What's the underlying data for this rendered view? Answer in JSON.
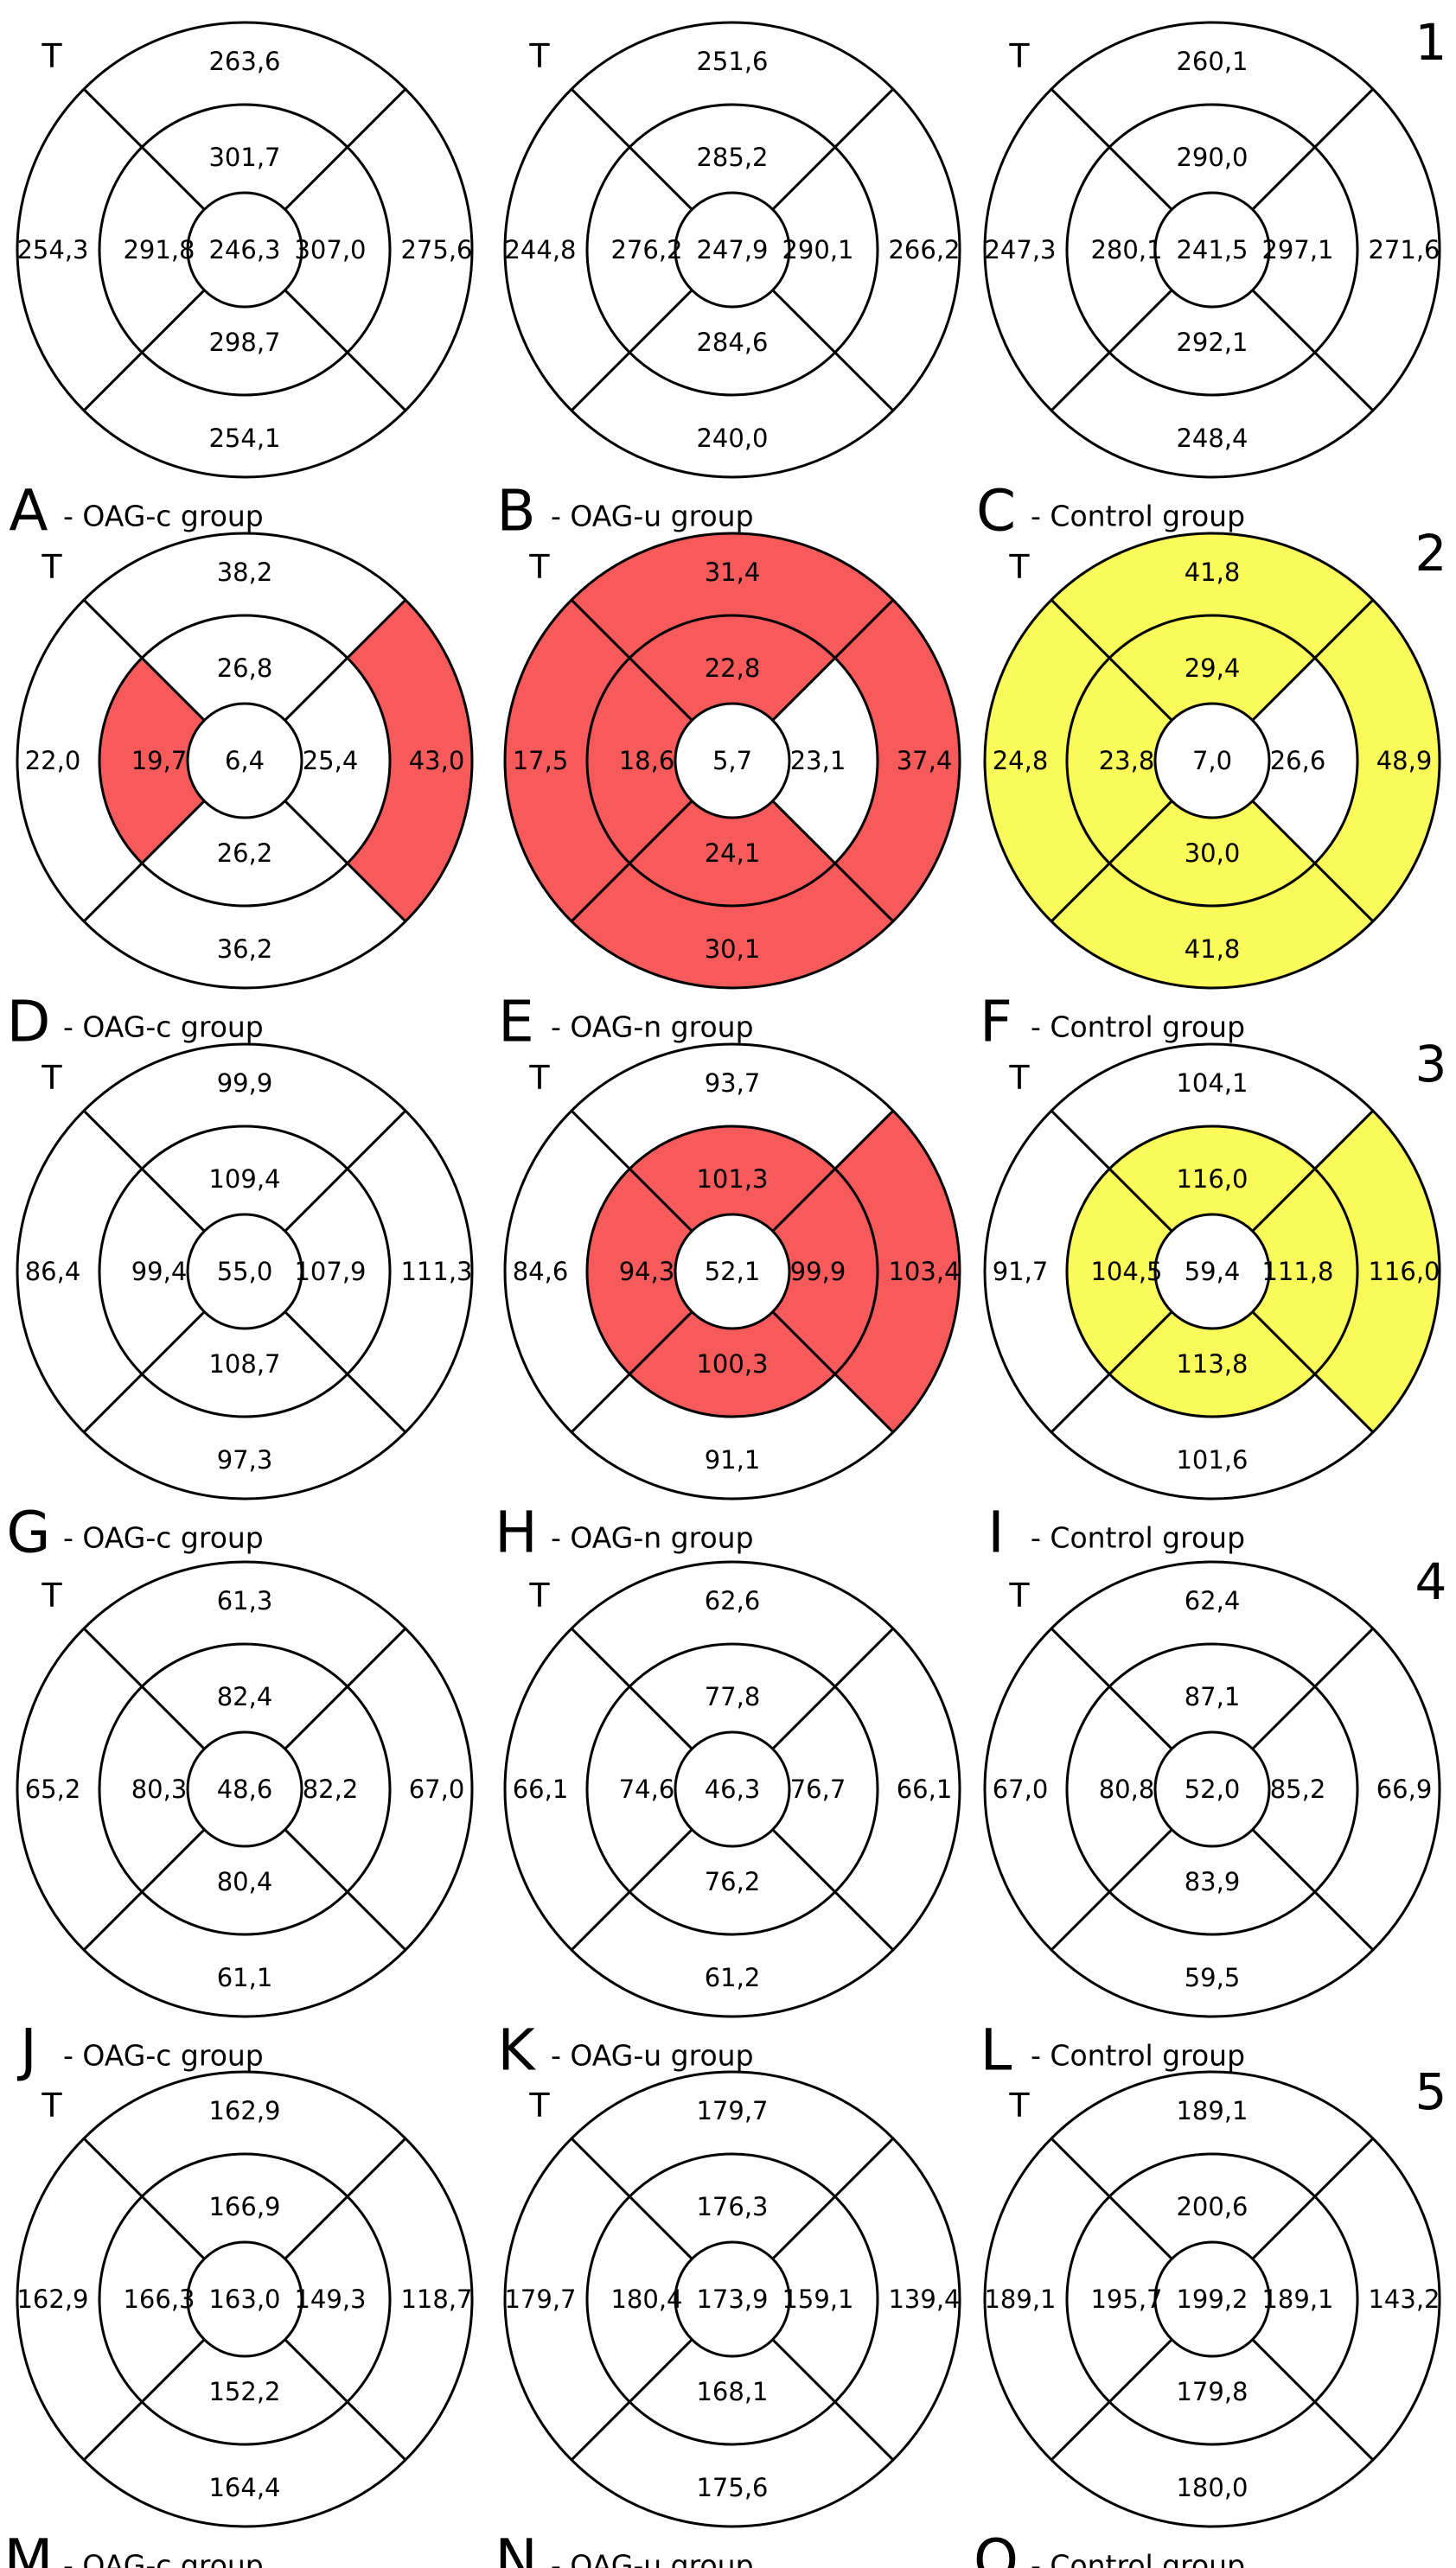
{
  "colors": {
    "ring": "#000000",
    "red": "#F65A5A",
    "yellow": "#FAFA5A",
    "background": "#FFFFFF"
  },
  "orientation_marker": "T",
  "rows": [
    {
      "number": "1",
      "panels": [
        {
          "letter": "A",
          "label": "- OAG-c group",
          "center": "246,3",
          "inner": {
            "top": "301,7",
            "right": "307,0",
            "bottom": "298,7",
            "left": "291,8"
          },
          "outer": {
            "top": "263,6",
            "right": "275,6",
            "bottom": "254,1",
            "left": "254,3"
          },
          "highlight": {
            "inner": {
              "top": "",
              "right": "",
              "bottom": "",
              "left": ""
            },
            "outer": {
              "top": "",
              "right": "",
              "bottom": "",
              "left": ""
            }
          }
        },
        {
          "letter": "B",
          "label": "- OAG-u group",
          "center": "247,9",
          "inner": {
            "top": "285,2",
            "right": "290,1",
            "bottom": "284,6",
            "left": "276,2"
          },
          "outer": {
            "top": "251,6",
            "right": "266,2",
            "bottom": "240,0",
            "left": "244,8"
          },
          "highlight": {
            "inner": {
              "top": "",
              "right": "",
              "bottom": "",
              "left": ""
            },
            "outer": {
              "top": "",
              "right": "",
              "bottom": "",
              "left": ""
            }
          }
        },
        {
          "letter": "C",
          "label": "- Control group",
          "center": "241,5",
          "inner": {
            "top": "290,0",
            "right": "297,1",
            "bottom": "292,1",
            "left": "280,1"
          },
          "outer": {
            "top": "260,1",
            "right": "271,6",
            "bottom": "248,4",
            "left": "247,3"
          },
          "highlight": {
            "inner": {
              "top": "",
              "right": "",
              "bottom": "",
              "left": ""
            },
            "outer": {
              "top": "",
              "right": "",
              "bottom": "",
              "left": ""
            }
          }
        }
      ]
    },
    {
      "number": "2",
      "panels": [
        {
          "letter": "D",
          "label": "- OAG-c group",
          "center": "6,4",
          "inner": {
            "top": "26,8",
            "right": "25,4",
            "bottom": "26,2",
            "left": "19,7"
          },
          "outer": {
            "top": "38,2",
            "right": "43,0",
            "bottom": "36,2",
            "left": "22,0"
          },
          "highlight": {
            "inner": {
              "top": "",
              "right": "",
              "bottom": "",
              "left": "red"
            },
            "outer": {
              "top": "",
              "right": "red",
              "bottom": "",
              "left": ""
            }
          }
        },
        {
          "letter": "E",
          "label": "- OAG-n group",
          "center": "5,7",
          "inner": {
            "top": "22,8",
            "right": "23,1",
            "bottom": "24,1",
            "left": "18,6"
          },
          "outer": {
            "top": "31,4",
            "right": "37,4",
            "bottom": "30,1",
            "left": "17,5"
          },
          "highlight": {
            "inner": {
              "top": "red",
              "right": "",
              "bottom": "red",
              "left": "red"
            },
            "outer": {
              "top": "red",
              "right": "red",
              "bottom": "red",
              "left": "red"
            }
          }
        },
        {
          "letter": "F",
          "label": "- Control group",
          "center": "7,0",
          "inner": {
            "top": "29,4",
            "right": "26,6",
            "bottom": "30,0",
            "left": "23,8"
          },
          "outer": {
            "top": "41,8",
            "right": "48,9",
            "bottom": "41,8",
            "left": "24,8"
          },
          "highlight": {
            "inner": {
              "top": "yellow",
              "right": "",
              "bottom": "yellow",
              "left": "yellow"
            },
            "outer": {
              "top": "yellow",
              "right": "yellow",
              "bottom": "yellow",
              "left": "yellow"
            }
          }
        }
      ]
    },
    {
      "number": "3",
      "panels": [
        {
          "letter": "G",
          "label": "- OAG-c group",
          "center": "55,0",
          "inner": {
            "top": "109,4",
            "right": "107,9",
            "bottom": "108,7",
            "left": "99,4"
          },
          "outer": {
            "top": "99,9",
            "right": "111,3",
            "bottom": "97,3",
            "left": "86,4"
          },
          "highlight": {
            "inner": {
              "top": "",
              "right": "",
              "bottom": "",
              "left": ""
            },
            "outer": {
              "top": "",
              "right": "",
              "bottom": "",
              "left": ""
            }
          }
        },
        {
          "letter": "H",
          "label": "- OAG-n group",
          "center": "52,1",
          "inner": {
            "top": "101,3",
            "right": "99,9",
            "bottom": "100,3",
            "left": "94,3"
          },
          "outer": {
            "top": "93,7",
            "right": "103,4",
            "bottom": "91,1",
            "left": "84,6"
          },
          "highlight": {
            "inner": {
              "top": "red",
              "right": "red",
              "bottom": "red",
              "left": "red"
            },
            "outer": {
              "top": "",
              "right": "red",
              "bottom": "",
              "left": ""
            }
          }
        },
        {
          "letter": "I",
          "label": "- Control group",
          "center": "59,4",
          "inner": {
            "top": "116,0",
            "right": "111,8",
            "bottom": "113,8",
            "left": "104,5"
          },
          "outer": {
            "top": "104,1",
            "right": "116,0",
            "bottom": "101,6",
            "left": "91,7"
          },
          "highlight": {
            "inner": {
              "top": "yellow",
              "right": "yellow",
              "bottom": "yellow",
              "left": "yellow"
            },
            "outer": {
              "top": "",
              "right": "yellow",
              "bottom": "",
              "left": ""
            }
          }
        }
      ]
    },
    {
      "number": "4",
      "panels": [
        {
          "letter": "J",
          "label": "- OAG-c group",
          "center": "48,6",
          "inner": {
            "top": "82,4",
            "right": "82,2",
            "bottom": "80,4",
            "left": "80,3"
          },
          "outer": {
            "top": "61,3",
            "right": "67,0",
            "bottom": "61,1",
            "left": "65,2"
          },
          "highlight": {
            "inner": {
              "top": "",
              "right": "",
              "bottom": "",
              "left": ""
            },
            "outer": {
              "top": "",
              "right": "",
              "bottom": "",
              "left": ""
            }
          }
        },
        {
          "letter": "K",
          "label": "- OAG-u group",
          "center": "46,3",
          "inner": {
            "top": "77,8",
            "right": "76,7",
            "bottom": "76,2",
            "left": "74,6"
          },
          "outer": {
            "top": "62,6",
            "right": "66,1",
            "bottom": "61,2",
            "left": "66,1"
          },
          "highlight": {
            "inner": {
              "top": "",
              "right": "",
              "bottom": "",
              "left": ""
            },
            "outer": {
              "top": "",
              "right": "",
              "bottom": "",
              "left": ""
            }
          }
        },
        {
          "letter": "L",
          "label": "- Control group",
          "center": "52,0",
          "inner": {
            "top": "87,1",
            "right": "85,2",
            "bottom": "83,9",
            "left": "80,8"
          },
          "outer": {
            "top": "62,4",
            "right": "66,9",
            "bottom": "59,5",
            "left": "67,0"
          },
          "highlight": {
            "inner": {
              "top": "",
              "right": "",
              "bottom": "",
              "left": ""
            },
            "outer": {
              "top": "",
              "right": "",
              "bottom": "",
              "left": ""
            }
          }
        }
      ]
    },
    {
      "number": "5",
      "panels": [
        {
          "letter": "M",
          "label": "- OAG-c group",
          "center": "163,0",
          "inner": {
            "top": "166,9",
            "right": "149,3",
            "bottom": "152,2",
            "left": "166,3"
          },
          "outer": {
            "top": "162,9",
            "right": "118,7",
            "bottom": "164,4",
            "left": "162,9"
          },
          "highlight": {
            "inner": {
              "top": "",
              "right": "",
              "bottom": "",
              "left": ""
            },
            "outer": {
              "top": "",
              "right": "",
              "bottom": "",
              "left": ""
            }
          }
        },
        {
          "letter": "N",
          "label": "- OAG-u group",
          "center": "173,9",
          "inner": {
            "top": "176,3",
            "right": "159,1",
            "bottom": "168,1",
            "left": "180,4"
          },
          "outer": {
            "top": "179,7",
            "right": "139,4",
            "bottom": "175,6",
            "left": "179,7"
          },
          "highlight": {
            "inner": {
              "top": "",
              "right": "",
              "bottom": "",
              "left": ""
            },
            "outer": {
              "top": "",
              "right": "",
              "bottom": "",
              "left": ""
            }
          }
        },
        {
          "letter": "O",
          "label": "- Control group",
          "center": "199,2",
          "inner": {
            "top": "200,6",
            "right": "189,1",
            "bottom": "179,8",
            "left": "195,7"
          },
          "outer": {
            "top": "189,1",
            "right": "143,2",
            "bottom": "180,0",
            "left": "189,1"
          },
          "highlight": {
            "inner": {
              "top": "",
              "right": "",
              "bottom": "",
              "left": ""
            },
            "outer": {
              "top": "",
              "right": "",
              "bottom": "",
              "left": ""
            }
          }
        }
      ]
    }
  ]
}
